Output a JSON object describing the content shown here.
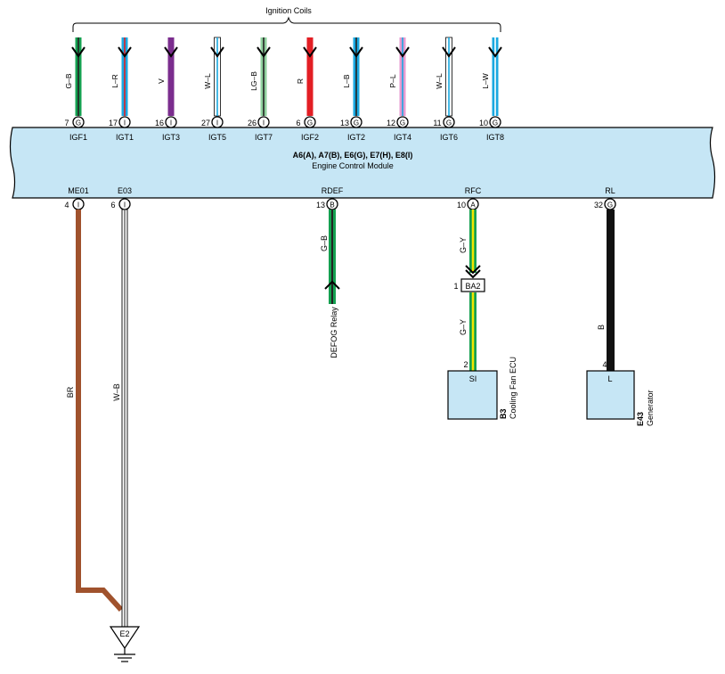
{
  "ignition_coils_label": "Ignition Coils",
  "ecm": {
    "title": "A6(A), A7(B), E6(G), E7(H), E8(I)",
    "subtitle": "Engine Control Module"
  },
  "top_pins": [
    {
      "pin": "7",
      "conn": "G",
      "name": "IGF1",
      "wire": "G–B",
      "colors": [
        "#14a050",
        "#222222"
      ]
    },
    {
      "pin": "17",
      "conn": "I",
      "name": "IGT1",
      "wire": "L–R",
      "colors": [
        "#1aa8e0",
        "#e31e24"
      ]
    },
    {
      "pin": "16",
      "conn": "I",
      "name": "IGT3",
      "wire": "V",
      "colors": [
        "#7b2d8e"
      ]
    },
    {
      "pin": "27",
      "conn": "I",
      "name": "IGT5",
      "wire": "W–L",
      "colors": [
        "#ffffff",
        "#1aa8e0"
      ]
    },
    {
      "pin": "26",
      "conn": "I",
      "name": "IGT7",
      "wire": "LG–B",
      "colors": [
        "#8fd19e",
        "#222222"
      ]
    },
    {
      "pin": "6",
      "conn": "G",
      "name": "IGF2",
      "wire": "R",
      "colors": [
        "#e31e24"
      ]
    },
    {
      "pin": "13",
      "conn": "G",
      "name": "IGT2",
      "wire": "L–B",
      "colors": [
        "#1aa8e0",
        "#222222"
      ]
    },
    {
      "pin": "12",
      "conn": "G",
      "name": "IGT4",
      "wire": "P–L",
      "colors": [
        "#e79ad0",
        "#1aa8e0"
      ]
    },
    {
      "pin": "11",
      "conn": "G",
      "name": "IGT6",
      "wire": "W–L",
      "colors": [
        "#ffffff",
        "#1aa8e0"
      ]
    },
    {
      "pin": "10",
      "conn": "G",
      "name": "IGT8",
      "wire": "L–W",
      "colors": [
        "#1aa8e0",
        "#ffffff"
      ]
    }
  ],
  "bottom_pins": [
    {
      "pin": "4",
      "conn": "I",
      "name": "ME01",
      "wire": "BR",
      "colors": [
        "#a0522d"
      ]
    },
    {
      "pin": "6",
      "conn": "I",
      "name": "E03",
      "wire": "W–B",
      "colors": [
        "#ffffff",
        "#222222"
      ]
    },
    {
      "pin": "13",
      "conn": "B",
      "name": "RDEF",
      "wire": "G–B",
      "colors": [
        "#14a050",
        "#222222"
      ]
    },
    {
      "pin": "10",
      "conn": "A",
      "name": "RFC",
      "wire": "G–Y",
      "colors": [
        "#14a050",
        "#f2e500"
      ]
    },
    {
      "pin": "32",
      "conn": "G",
      "name": "RL",
      "wire": "B",
      "colors": [
        "#222222"
      ]
    }
  ],
  "ground": {
    "label": "E2"
  },
  "defog_relay": {
    "label": "DEFOG Relay"
  },
  "ba2": {
    "pin": "1",
    "label": "BA2"
  },
  "rfc_lower_wire": "G–Y",
  "cooling_fan_ecu": {
    "pin": "2",
    "terminal": "SI",
    "code": "B3",
    "name": "Cooling Fan ECU"
  },
  "generator": {
    "pin": "4",
    "terminal": "L",
    "code": "E43",
    "name": "Generator"
  },
  "colors": {
    "module_fill": "#c6e6f5",
    "component_fill": "#c6e6f5",
    "outline": "#000000"
  }
}
